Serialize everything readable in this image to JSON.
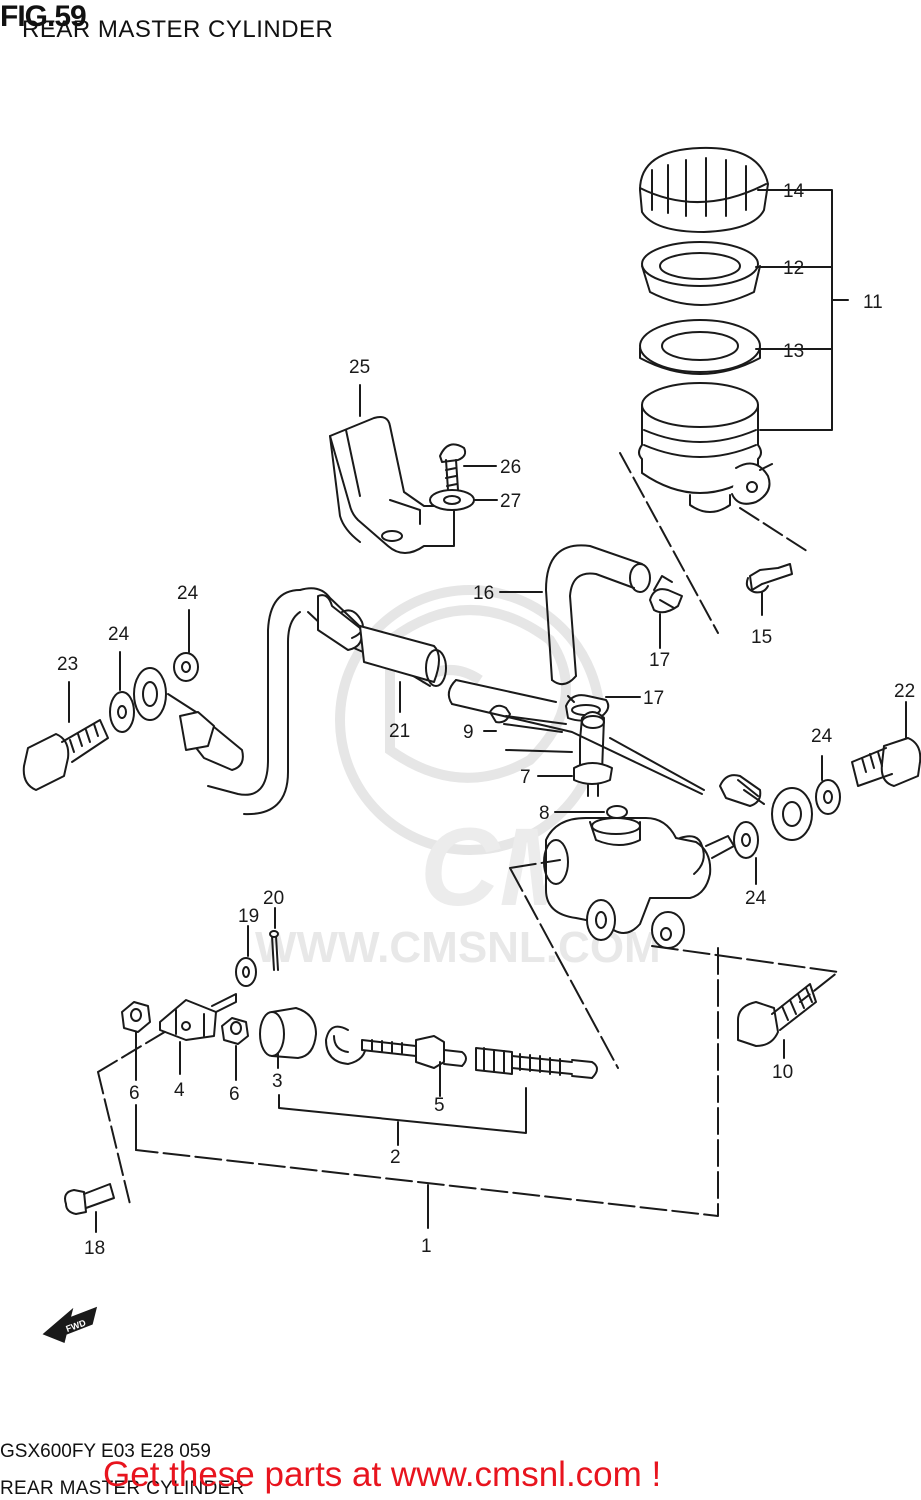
{
  "header": {
    "figure_label": "FIG.59",
    "title": "REAR MASTER CYLINDER"
  },
  "watermark": {
    "text": "WWW.CMSNL.COM",
    "logo_text": "CMS"
  },
  "callouts": {
    "c1": "1",
    "c2": "2",
    "c3": "3",
    "c4": "4",
    "c5": "5",
    "c6a": "6",
    "c6b": "6",
    "c7": "7",
    "c8": "8",
    "c9": "9",
    "c10": "10",
    "c11": "11",
    "c12": "12",
    "c13": "13",
    "c14": "14",
    "c15": "15",
    "c16": "16",
    "c17a": "17",
    "c17b": "17",
    "c18": "18",
    "c19": "19",
    "c20": "20",
    "c21": "21",
    "c22": "22",
    "c23": "23",
    "c24a": "24",
    "c24b": "24",
    "c24c": "24",
    "c24d": "24",
    "c25": "25",
    "c26": "26",
    "c27": "27"
  },
  "fwd_arrow_label": "FWD",
  "footer": {
    "code": "GSX600FY E03 E28 059",
    "subtitle": "REAR MASTER CYLINDER",
    "promo": "Get these parts at www.cmsnl.com !"
  },
  "colors": {
    "line": "#1a1a1a",
    "watermark": "#e6e6e6",
    "promo": "#e8141e"
  }
}
